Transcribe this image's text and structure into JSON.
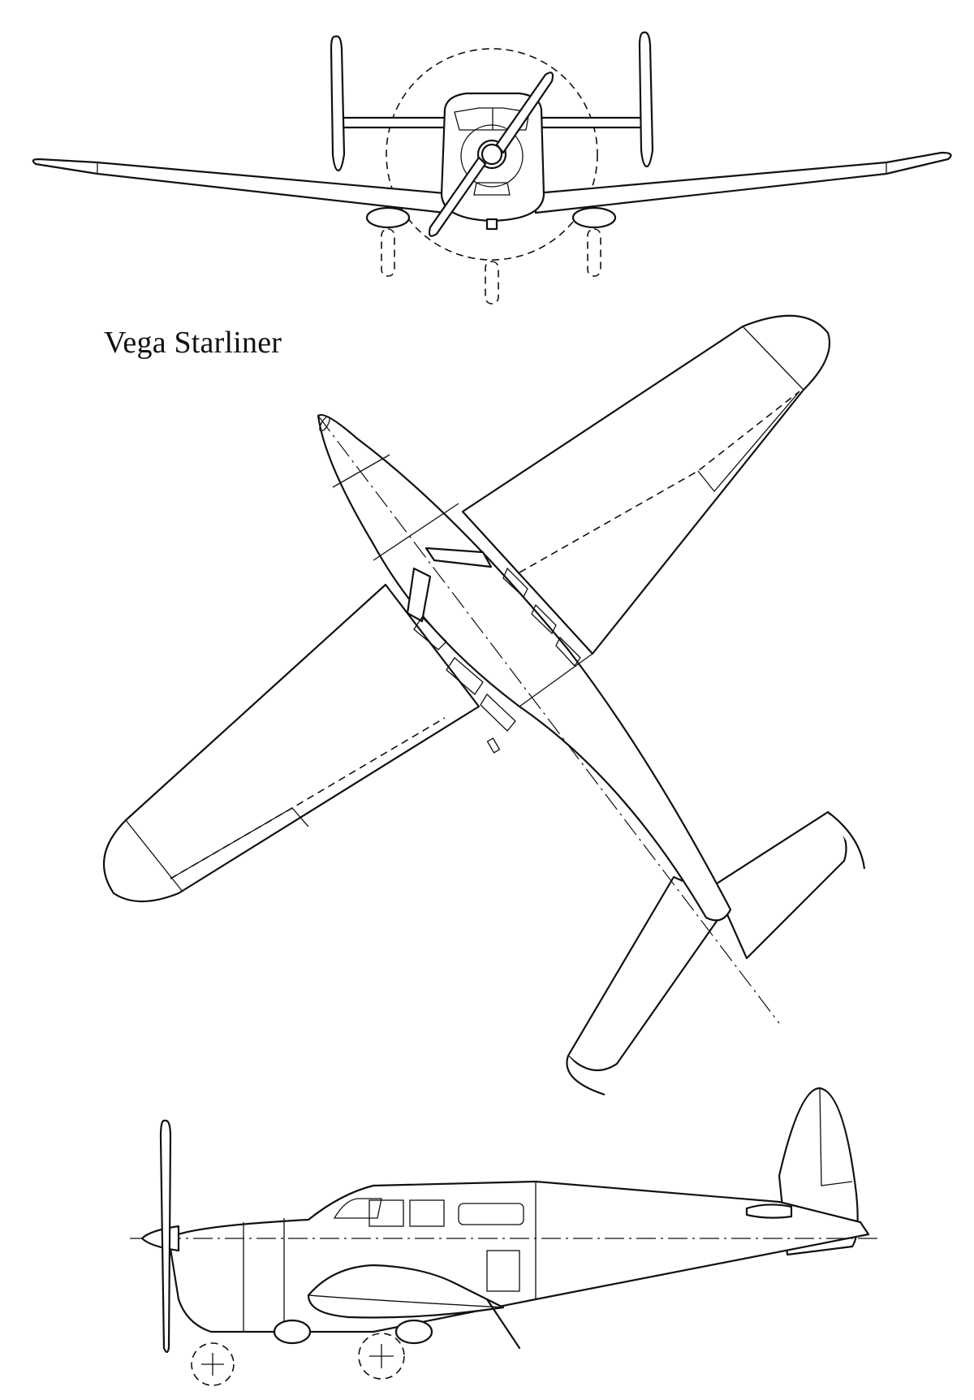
{
  "title": "Vega Starliner",
  "views": {
    "front": "front-view",
    "top": "plan-view",
    "side": "side-view"
  },
  "colors": {
    "ink": "#111111",
    "paper": "#ffffff"
  }
}
